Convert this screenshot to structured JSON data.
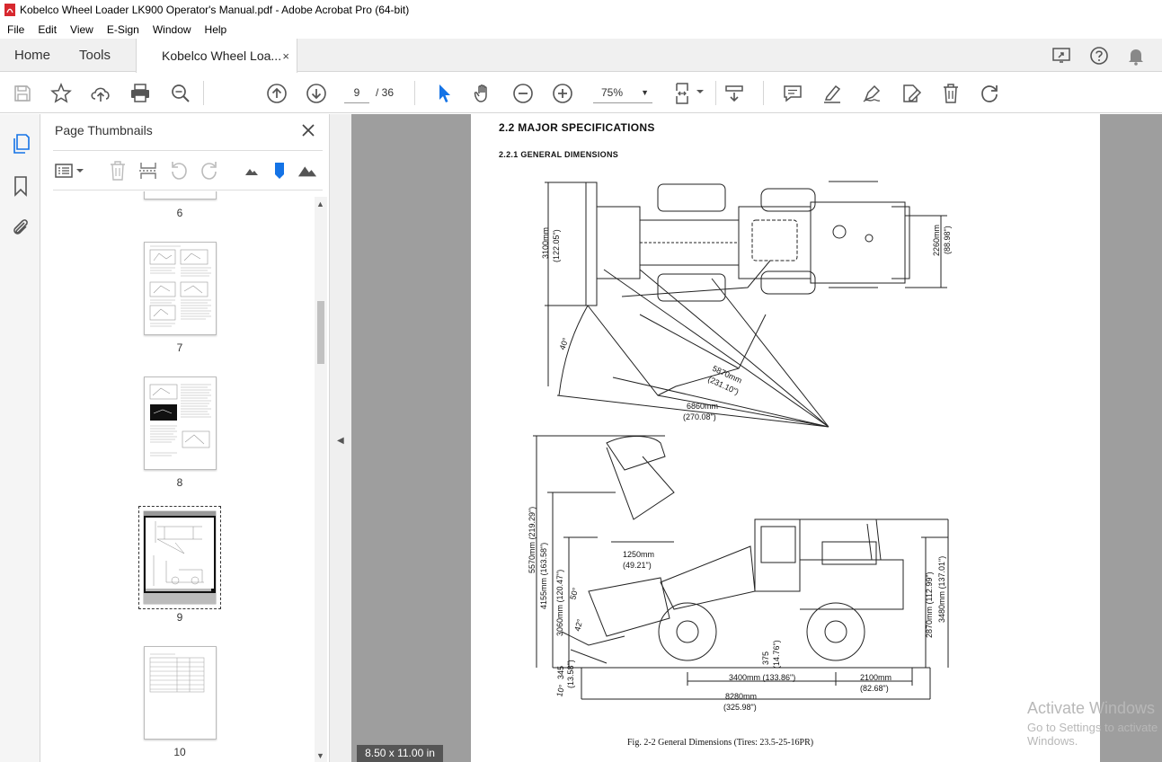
{
  "window": {
    "title": "Kobelco Wheel Loader LK900 Operator's Manual.pdf - Adobe Acrobat Pro (64-bit)"
  },
  "menu": {
    "items": [
      "File",
      "Edit",
      "View",
      "E-Sign",
      "Window",
      "Help"
    ]
  },
  "tabs": {
    "home": "Home",
    "tools": "Tools",
    "document": "Kobelco Wheel Loa...",
    "close_glyph": "×"
  },
  "toolbar": {
    "current_page": "9",
    "page_of": "/  36",
    "zoom": "75%"
  },
  "thumbnails_panel": {
    "title": "Page Thumbnails",
    "pages": [
      {
        "label": "6"
      },
      {
        "label": "7"
      },
      {
        "label": "8"
      },
      {
        "label": "9",
        "selected": true
      },
      {
        "label": "10"
      }
    ]
  },
  "document": {
    "page_size": "8.50 x 11.00 in",
    "section_heading": "2.2  MAJOR SPECIFICATIONS",
    "sub_heading": "2.2.1   GENERAL DIMENSIONS",
    "figure_caption": "Fig. 2-2   General Dimensions (Tires: 23.5-25-16PR)",
    "dimensions_top": {
      "width_overall": "3100mm",
      "width_overall_in": "(122.05\")",
      "tread": "2260mm",
      "tread_in": "(88.98\")",
      "articulation_angle": "40°",
      "turn_radius_outer_tire": "5870mm",
      "turn_radius_outer_tire_in": "(231.10\")",
      "turn_radius_bucket": "6860mm",
      "turn_radius_bucket_in": "(270.08\")"
    },
    "dimensions_side": {
      "max_height_raised": "5570mm (219.29\")",
      "hinge_pin_height": "4155mm (163.58\")",
      "dump_clearance": "3060mm (120.47\")",
      "dump_reach": "1250mm",
      "dump_reach_in": "(49.21\")",
      "dump_angle": "50°",
      "rollback_angle": "42°",
      "digging_depth": "345",
      "digging_depth_in": "(13.58\")",
      "ground_clearance": "375",
      "ground_clearance_in": "(14.76\")",
      "tilt_angle": "10°",
      "wheelbase": "3400mm (133.86\")",
      "rear_overhang": "2100mm",
      "rear_overhang_in": "(82.68\")",
      "overall_length": "8280mm",
      "overall_length_in": "(325.98\")",
      "cab_height": "3480mm (137.01\")",
      "exhaust_height": "2870mm (112.99\")"
    }
  },
  "watermark": {
    "title": "Activate Windows",
    "subtitle": "Go to Settings to activate Windows."
  },
  "colors": {
    "accent_blue": "#1473e6",
    "acrobat_red": "#d7282f"
  }
}
